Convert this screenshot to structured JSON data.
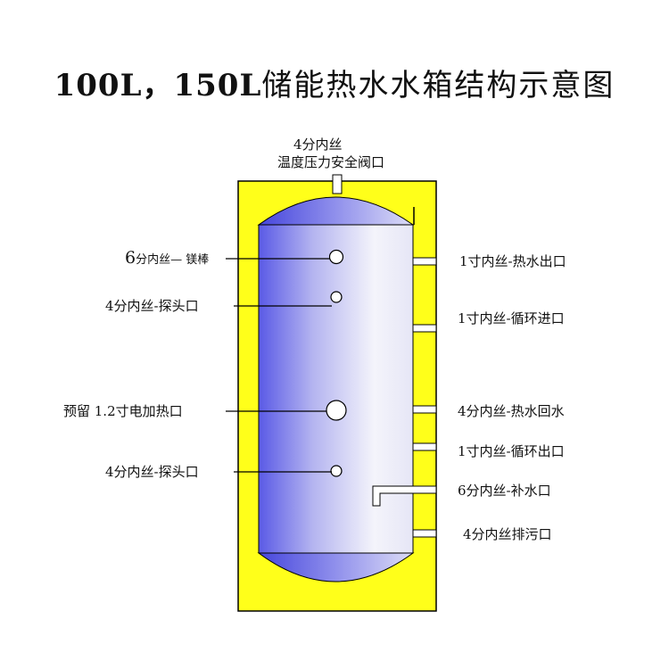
{
  "title": {
    "part1": "100L，150L",
    "part2": "储能热水水箱结构示意图"
  },
  "top_label": {
    "line1": "4分内丝",
    "line2": "温度压力安全阀口"
  },
  "left_labels": {
    "magnesium_rod": {
      "prefix": "6",
      "rest": "分内丝— 镁棒"
    },
    "probe_upper": "4分内丝-探头口",
    "electric_heater": "预留 1.2寸电加热口",
    "probe_lower": "4分内丝-探头口"
  },
  "right_labels": {
    "hot_water_outlet": "1寸内丝-热水出口",
    "circulation_inlet": "1寸内丝-循环进口",
    "hot_water_return": "4分内丝-热水回水",
    "circulation_outlet": "1寸内丝-循环出口",
    "makeup_water": "6分内丝-补水口",
    "drain": "4分内丝排污口"
  },
  "colors": {
    "insulation": "#ffff1a",
    "tank_center": "#f4f4fb",
    "tank_edge": "#5a5ae6",
    "outline": "#000000"
  }
}
